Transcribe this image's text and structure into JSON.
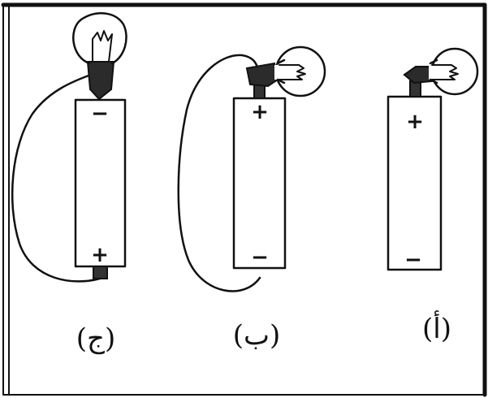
{
  "circuits": [
    {
      "id": "c",
      "label": "(ج)",
      "top_terminal": "−",
      "bottom_terminal": "+"
    },
    {
      "id": "b",
      "label": "(ب)",
      "top_terminal": "+",
      "bottom_terminal": "−"
    },
    {
      "id": "a",
      "label": "(أ)",
      "top_terminal": "+",
      "bottom_terminal": "−"
    }
  ]
}
